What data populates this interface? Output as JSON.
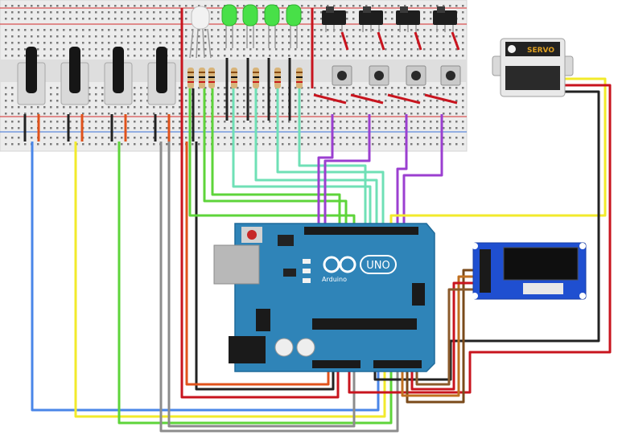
{
  "servo": {
    "label": "SERVO"
  },
  "arduino": {
    "brand": "Arduino",
    "model": "UNO"
  },
  "colors": {
    "breadboard": "#eeeeee",
    "rail_red": "#d42a2a",
    "rail_blue": "#3a6fd8",
    "arduino_board": "#2f84b8",
    "wire_red": "#c8141e",
    "wire_black": "#222222",
    "wire_orange": "#e0521b",
    "wire_yellow": "#f2ea2b",
    "wire_green": "#5ed43a",
    "wire_teal": "#6fe0b6",
    "wire_purple": "#9b3fd0",
    "wire_gray": "#8c8c8c",
    "wire_blue": "#4a86e8",
    "wire_brown": "#7a4a1a",
    "led_green": "#48e048",
    "servo_body": "#eeeeee",
    "oled_board": "#1f4fd0"
  },
  "components": {
    "potentiometers": 4,
    "green_leds": 4,
    "rgb_led": 1,
    "slide_switches": 4,
    "push_buttons": 4,
    "servo": 1,
    "oled_display": 1,
    "arduino_uno": 1
  }
}
